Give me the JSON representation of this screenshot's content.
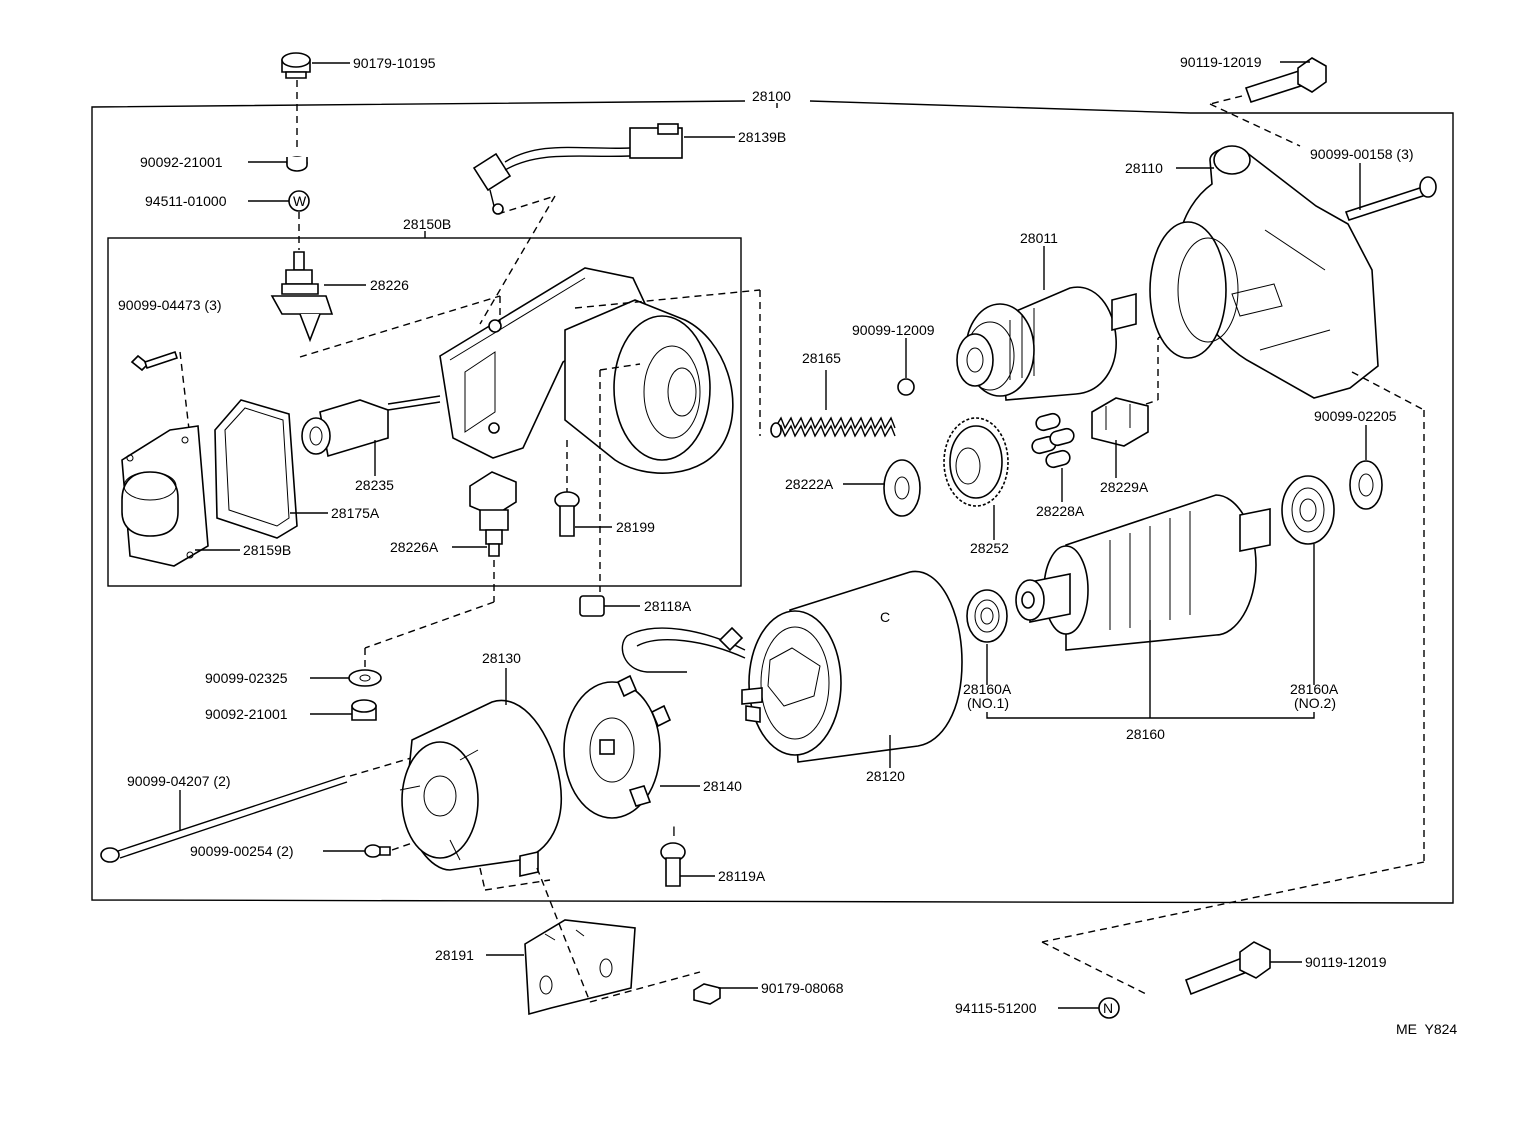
{
  "diagram": {
    "assembly_label": "28100",
    "sub_assembly_label": "28150B",
    "footer_code": "ME  Y824",
    "labels": {
      "p_90179_10195": "90179-10195",
      "p_28139b": "28139B",
      "p_90119_12019_top": "90119-12019",
      "p_90092_21001_top": "90092-21001",
      "p_94511_01000": "94511-01000",
      "p_28226": "28226",
      "p_90099_04473": "90099-04473 (3)",
      "p_28235": "28235",
      "p_28175a": "28175A",
      "p_28159b": "28159B",
      "p_28226a": "28226A",
      "p_28199": "28199",
      "p_28118a": "28118A",
      "p_90099_02325": "90099-02325",
      "p_90092_21001_bot": "90092-21001",
      "p_90099_04207": "90099-04207 (2)",
      "p_90099_00254": "90099-00254 (2)",
      "p_28130": "28130",
      "p_28140": "28140",
      "p_28119a": "28119A",
      "p_28191": "28191",
      "p_90179_08068": "90179-08068",
      "p_28120": "28120",
      "p_28110": "28110",
      "p_90099_00158": "90099-00158 (3)",
      "p_28011": "28011",
      "p_90099_12009": "90099-12009",
      "p_28165": "28165",
      "p_28222a": "28222A",
      "p_28252": "28252",
      "p_28228a": "28228A",
      "p_28229a": "28229A",
      "p_90099_02205": "90099-02205",
      "p_28160a_1": "28160A",
      "p_28160a_1_sub": "(NO.1)",
      "p_28160a_2": "28160A",
      "p_28160a_2_sub": "(NO.2)",
      "p_28160": "28160",
      "p_90119_12019_bot": "90119-12019",
      "p_94115_51200": "94115-51200",
      "washer_w_mark": "W",
      "nut_n_mark": "N",
      "yoke_c_mark": "C",
      "tick_mark": "I"
    }
  }
}
